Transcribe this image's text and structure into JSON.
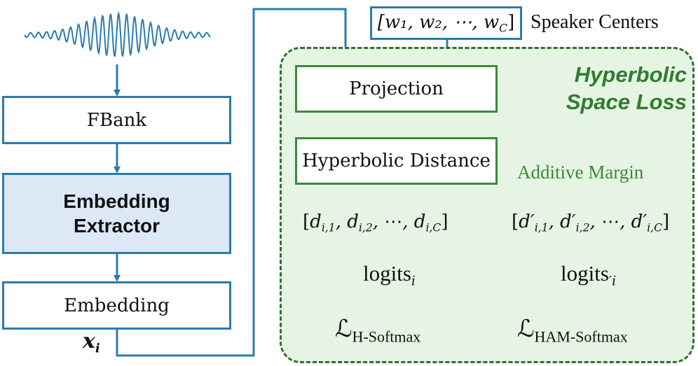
{
  "encoder": {
    "fbank": "FBank",
    "extractor": "Embedding Extractor",
    "embedding": "Embedding",
    "embedding_symbol": "x",
    "embedding_subscript": "i"
  },
  "centers": {
    "vector_text": "[w₁, w₂, ⋯, w",
    "vector_last_sub": "C",
    "label": "Speaker Centers"
  },
  "loss_region": {
    "title_line1": "Hyperbolic",
    "title_line2": "Space Loss",
    "projection": "Projection",
    "distance": "Hyperbolic Distance",
    "margin_label": "Additive Margin",
    "distances_text": "[d",
    "distances_sub1": "i,1",
    "distances_sub2": "i,2",
    "distances_subC": "i,C",
    "margin_distances_subC": "i,C",
    "logits": "logits",
    "logits_sub": "i",
    "loss_left_symbol": "ℒ",
    "loss_left_sub": "H-Softmax",
    "loss_right_symbol": "ℒ",
    "loss_right_sub": "HAM-Softmax"
  },
  "colors": {
    "blue": "#2a7cae",
    "green": "#3c8a3c",
    "region_fill": "#e6f4e3",
    "extractor_fill": "#dce8f5"
  }
}
